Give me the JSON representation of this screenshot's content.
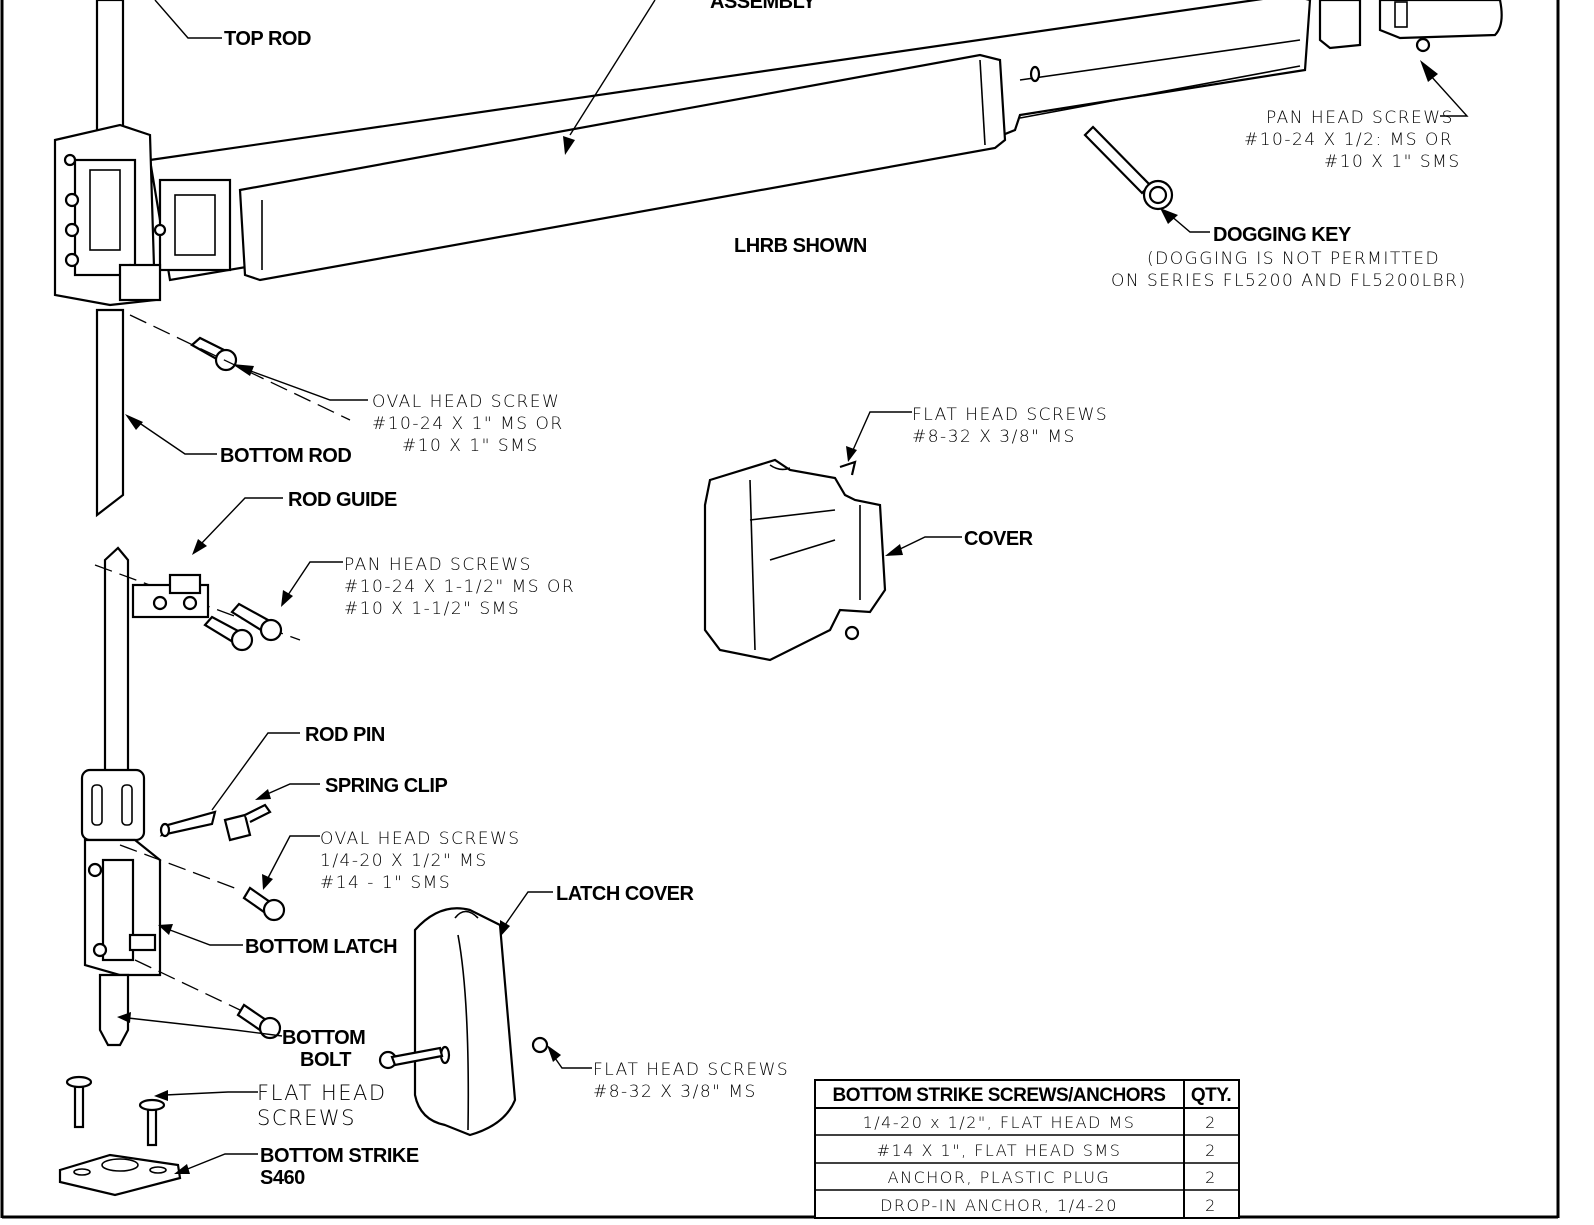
{
  "labels": {
    "assembly": "ASSEMBLY",
    "top_rod": "TOP ROD",
    "lhrb_shown": "LHRB SHOWN",
    "pan_head_top": [
      "PAN HEAD SCREWS",
      "#10-24 X 1/2: MS OR",
      "#10 X 1\" SMS"
    ],
    "dogging_key": "DOGGING KEY",
    "dogging_note": [
      "(DOGGING IS NOT PERMITTED",
      "ON SERIES FL5200 AND FL5200LBR)"
    ],
    "oval_head_screw": [
      "OVAL HEAD SCREW",
      "#10-24 X 1\" MS OR",
      "#10 X 1\" SMS"
    ],
    "bottom_rod": "BOTTOM ROD",
    "flat_head_cover": [
      "FLAT HEAD SCREWS",
      "#8-32 X 3/8\" MS"
    ],
    "rod_guide": "ROD GUIDE",
    "pan_head_guide": [
      "PAN HEAD SCREWS",
      "#10-24 X 1-1/2\" MS OR",
      "#10 X 1-1/2\" SMS"
    ],
    "cover": "COVER",
    "rod_pin": "ROD PIN",
    "spring_clip": "SPRING CLIP",
    "oval_head_screws": [
      "OVAL HEAD SCREWS",
      "1/4-20 X 1/2\" MS",
      "#14 - 1\" SMS"
    ],
    "latch_cover": "LATCH COVER",
    "bottom_latch": "BOTTOM LATCH",
    "bottom_bolt": [
      "BOTTOM",
      "BOLT"
    ],
    "flat_head_latch": [
      "FLAT HEAD SCREWS",
      "#8-32 X 3/8\" MS"
    ],
    "flat_head_strike": [
      "FLAT HEAD",
      "SCREWS"
    ],
    "bottom_strike": [
      "BOTTOM STRIKE",
      "S460"
    ]
  },
  "table": {
    "headers": [
      "BOTTOM STRIKE SCREWS/ANCHORS",
      "QTY."
    ],
    "rows": [
      [
        "1/4-20 x 1/2\", FLAT HEAD MS",
        "2"
      ],
      [
        "#14 X 1\", FLAT HEAD SMS",
        "2"
      ],
      [
        "ANCHOR, PLASTIC PLUG",
        "2"
      ],
      [
        "DROP-IN ANCHOR, 1/4-20",
        "2"
      ]
    ]
  }
}
